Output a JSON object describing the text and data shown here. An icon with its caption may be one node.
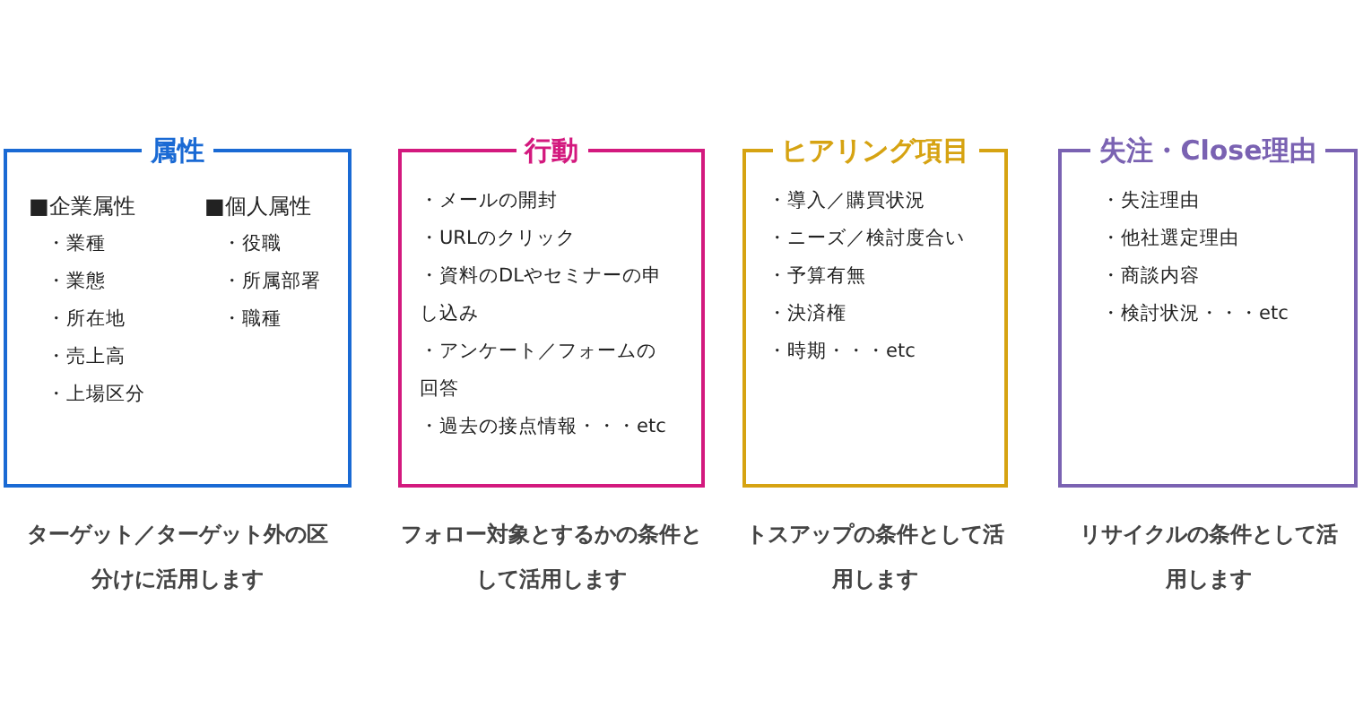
{
  "diagram": {
    "nodes": [
      {
        "text": [
          "属性",
          "■企業属性",
          "・業種",
          "・業態",
          "・所在地",
          "・売上高",
          "・上場区分",
          "■個人属性",
          "・役職",
          "・所属部署",
          "・職種"
        ],
        "beside": [
          "ターゲット／ターゲット外の区分けに活用します"
        ]
      },
      {
        "text": [
          "行動",
          "・メールの開封",
          "・URLのクリック",
          "・資料のDLやセミナーの申し込み",
          "・アンケート／フォームの回答",
          "・過去の接点情報・・・etc"
        ],
        "beside": [
          "フォロー対象とするかの条件として活用します"
        ]
      },
      {
        "text": [
          "ヒアリング項目",
          "・導入／購買状況",
          "・ニーズ／検討度合い",
          "・予算有無",
          "・決済権",
          "・時期・・・etc"
        ],
        "beside": [
          "トスアップの条件として活用します"
        ]
      },
      {
        "text": [
          "失注・Close理由",
          "・失注理由",
          "・他社選定理由",
          "・商談内容",
          "・検討状況・・・etc"
        ],
        "beside": [
          "リサイクルの条件として活用します"
        ]
      }
    ]
  }
}
